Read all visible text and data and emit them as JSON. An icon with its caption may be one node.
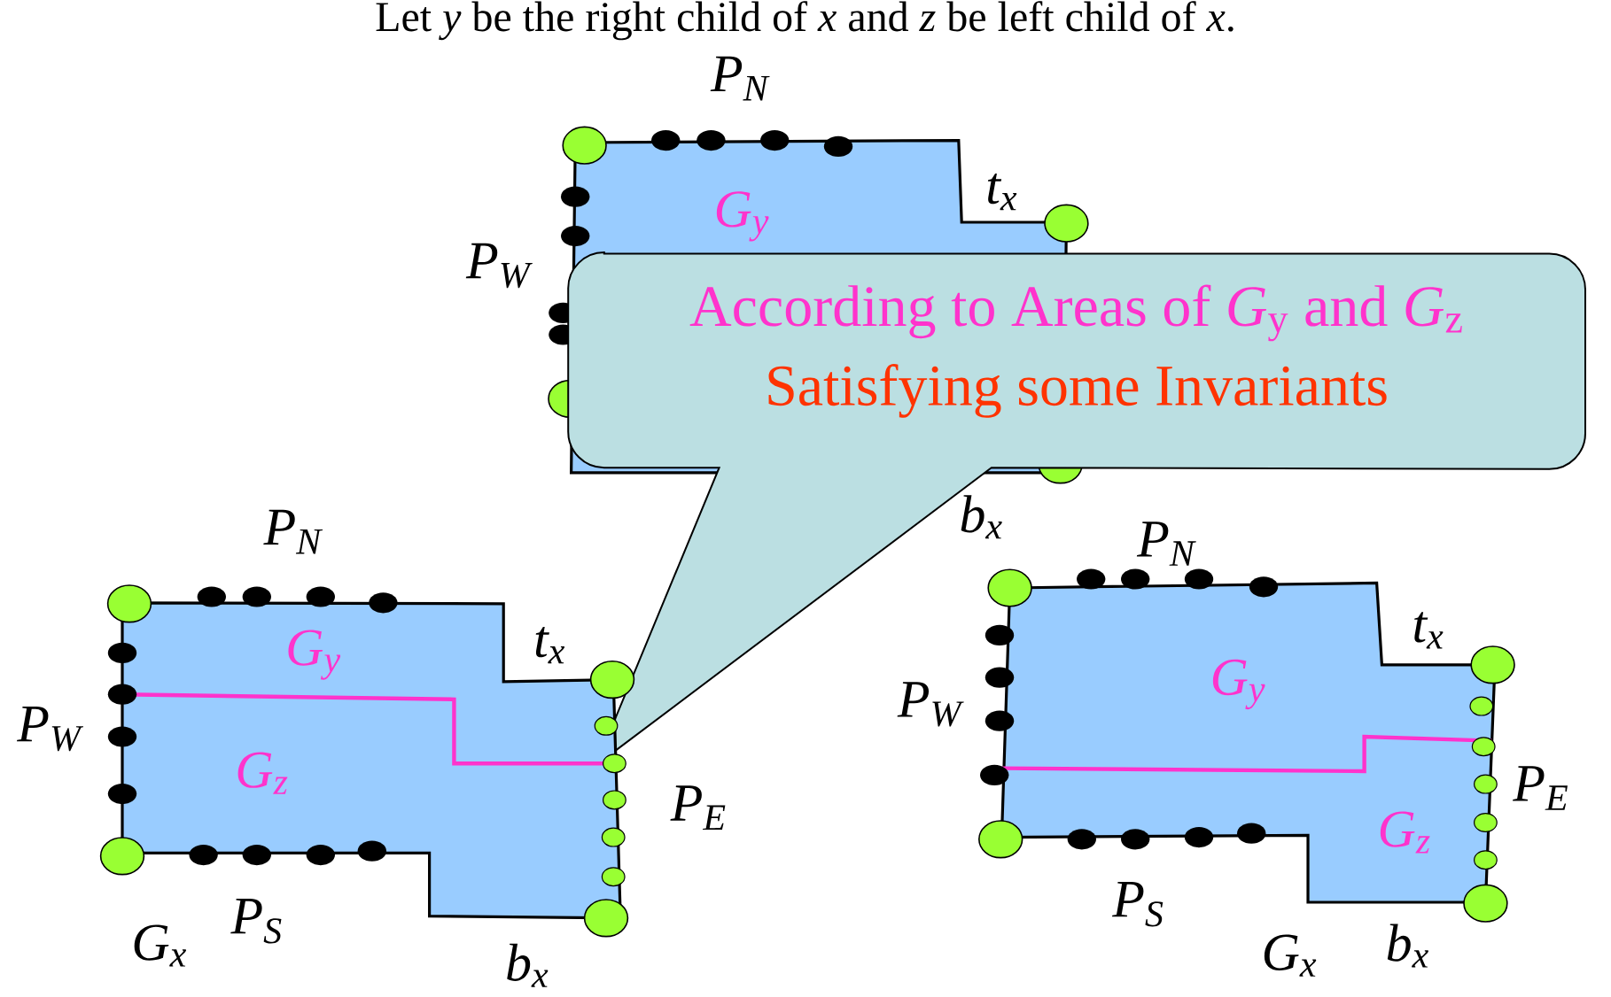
{
  "diagram": {
    "title": "Let *y* be the right child of *x* and *z* be left child of *x*.",
    "nodes": [
      {
        "text": [
          "G$_{y}$"
        ],
        "beside": [
          "P$_{N}$",
          "t$_{x}$",
          "P$_{W}$",
          "b$_{x}$"
        ]
      },
      {
        "text": [
          "According to Areas of *G*$_{y}$ and *G*$_{z}$",
          "Satisfying some Invariants"
        ]
      },
      {
        "text": [
          "G$_{y}$",
          "G$_{z}$"
        ],
        "beside": [
          "P$_{N}$",
          "t$_{x}$",
          "P$_{W}$",
          "P$_{E}$",
          "P$_{S}$",
          "G$_{x}$",
          "b$_{x}$"
        ]
      },
      {
        "text": [
          "G$_{y}$",
          "G$_{z}$"
        ],
        "beside": [
          "P$_{N}$",
          "t$_{x}$",
          "P$_{W}$",
          "P$_{E}$",
          "P$_{S}$",
          "G$_{x}$",
          "b$_{x}$"
        ]
      }
    ]
  }
}
